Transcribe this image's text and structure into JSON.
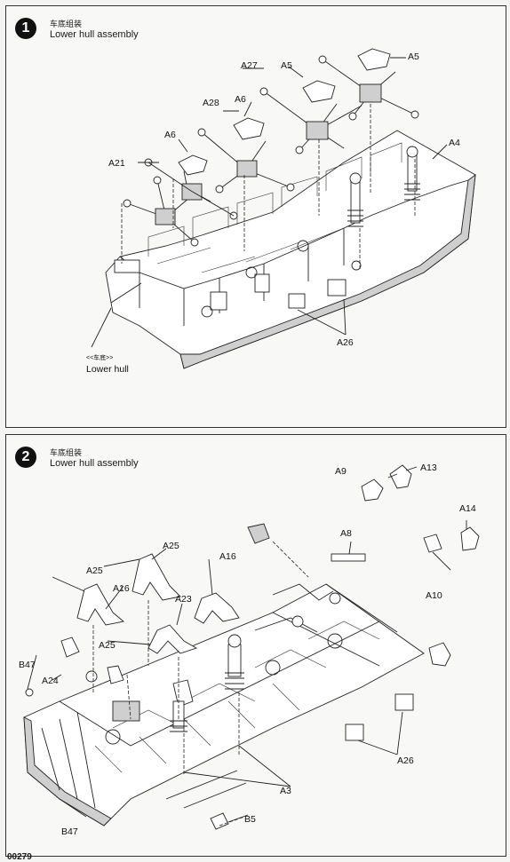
{
  "steps": [
    {
      "number": "1",
      "title_cn": "车底组装",
      "title_en": "Lower hull assembly",
      "hull_note_cn": "<<车底>>",
      "hull_label": "Lower hull",
      "callouts": [
        "A5",
        "A27",
        "A5",
        "A28",
        "A6",
        "A6",
        "A21",
        "A4",
        "A26"
      ]
    },
    {
      "number": "2",
      "title_cn": "车底组装",
      "title_en": "Lower hull assembly",
      "callouts": [
        "A9",
        "A13",
        "A8",
        "A14",
        "A10",
        "A25",
        "A25",
        "A16",
        "A16",
        "A25",
        "A23",
        "B47",
        "A24",
        "A26",
        "A3",
        "B5",
        "B47"
      ]
    }
  ],
  "footer": "00279"
}
